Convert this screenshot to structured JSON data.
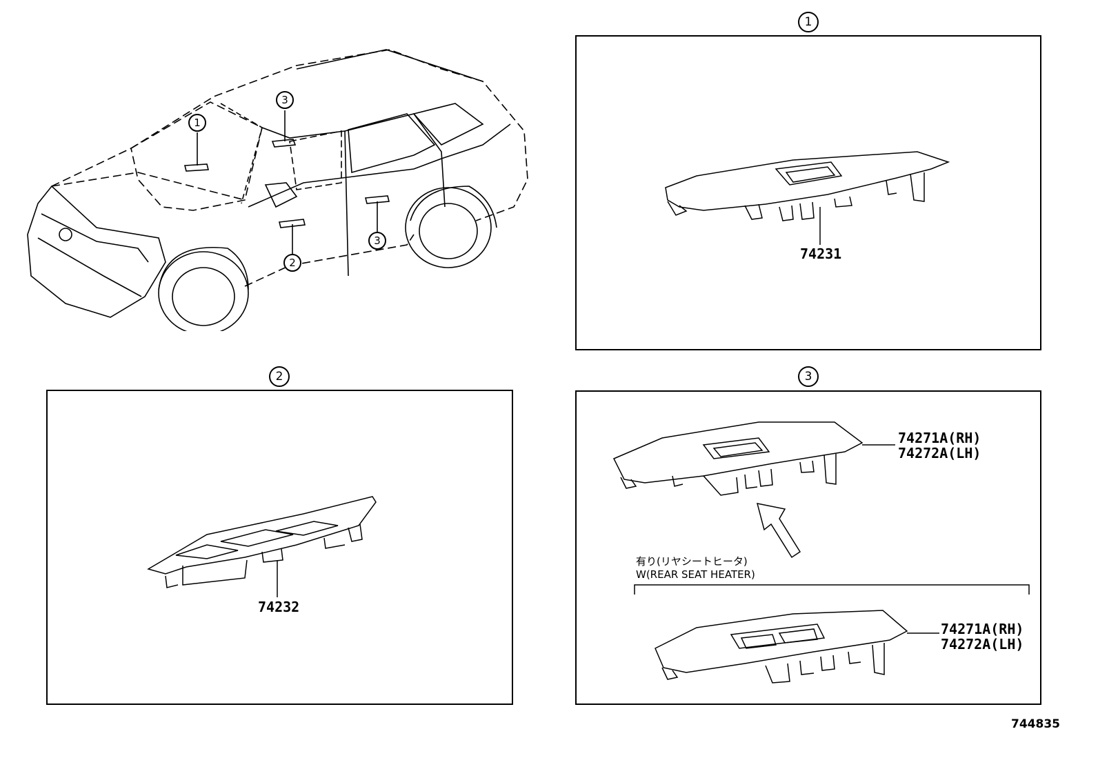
{
  "callouts": {
    "panel_1": "1",
    "panel_2": "2",
    "panel_3": "3",
    "car_1": "1",
    "car_2": "2",
    "car_3_front": "3",
    "car_3_side": "3"
  },
  "parts": {
    "panel_1_part": "74231",
    "panel_2_part": "74232",
    "panel_3_upper_rh": "74271A(RH)",
    "panel_3_upper_lh": "74272A(LH)",
    "panel_3_lower_rh": "74271A(RH)",
    "panel_3_lower_lh": "74272A(LH)"
  },
  "condition_note": {
    "jp": "有り(リヤシートヒータ)",
    "en": "W(REAR SEAT HEATER)"
  },
  "diagram_id": "744835"
}
